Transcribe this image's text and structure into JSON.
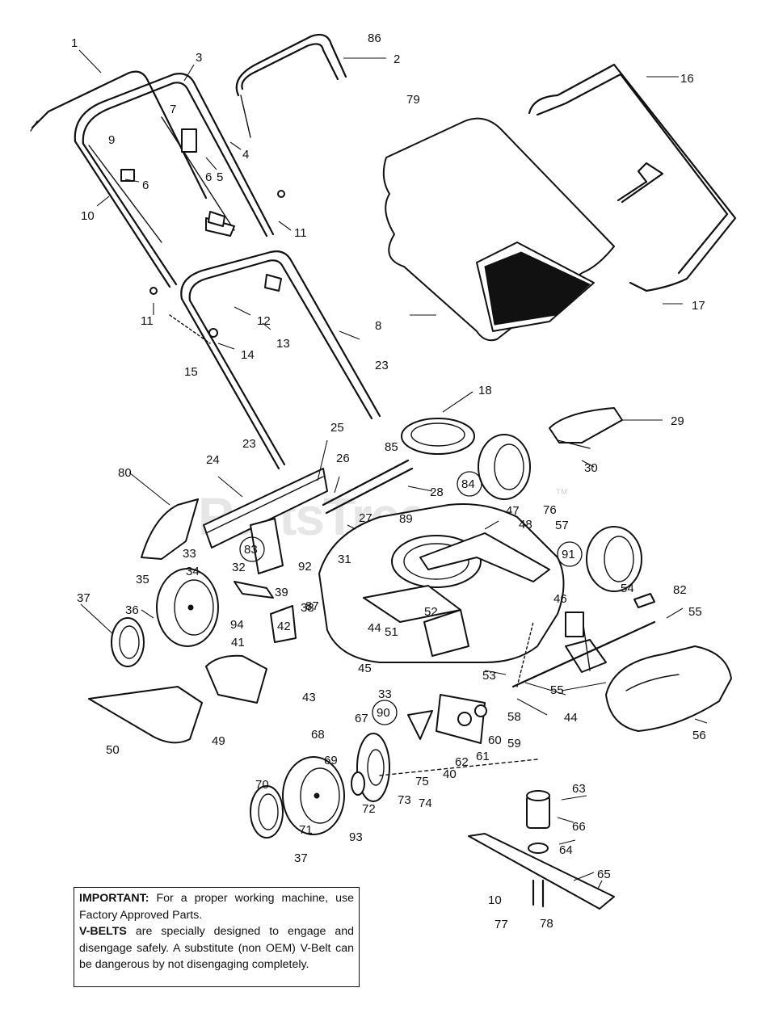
{
  "watermark": {
    "text": "PartsTree",
    "tm": "TM"
  },
  "callouts": [
    "1",
    "2",
    "3",
    "4",
    "5",
    "6",
    "6",
    "7",
    "8",
    "9",
    "10",
    "10",
    "11",
    "11",
    "12",
    "13",
    "14",
    "15",
    "16",
    "17",
    "18",
    "23",
    "23",
    "24",
    "25",
    "26",
    "27",
    "28",
    "29",
    "30",
    "31",
    "32",
    "33",
    "33",
    "34",
    "35",
    "36",
    "37",
    "37",
    "38",
    "39",
    "40",
    "41",
    "42",
    "43",
    "44",
    "44",
    "45",
    "46",
    "47",
    "48",
    "49",
    "50",
    "51",
    "52",
    "53",
    "54",
    "55",
    "55",
    "56",
    "57",
    "58",
    "59",
    "60",
    "61",
    "62",
    "63",
    "64",
    "65",
    "66",
    "67",
    "68",
    "69",
    "70",
    "71",
    "72",
    "73",
    "74",
    "75",
    "76",
    "77",
    "78",
    "79",
    "80",
    "82",
    "83",
    "84",
    "85",
    "86",
    "87",
    "89",
    "90",
    "91",
    "92",
    "93",
    "94"
  ],
  "circled_callouts": [
    "83",
    "84",
    "90",
    "91"
  ],
  "notice": {
    "important_label": "IMPORTANT:",
    "important_text": " For a proper working machine, use Factory Approved Parts.",
    "vbelts_label": "V-BELTS",
    "vbelts_text": " are specially designed to engage and disengage safely. A substitute (non OEM) V-Belt can be dangerous by not disengaging completely."
  }
}
